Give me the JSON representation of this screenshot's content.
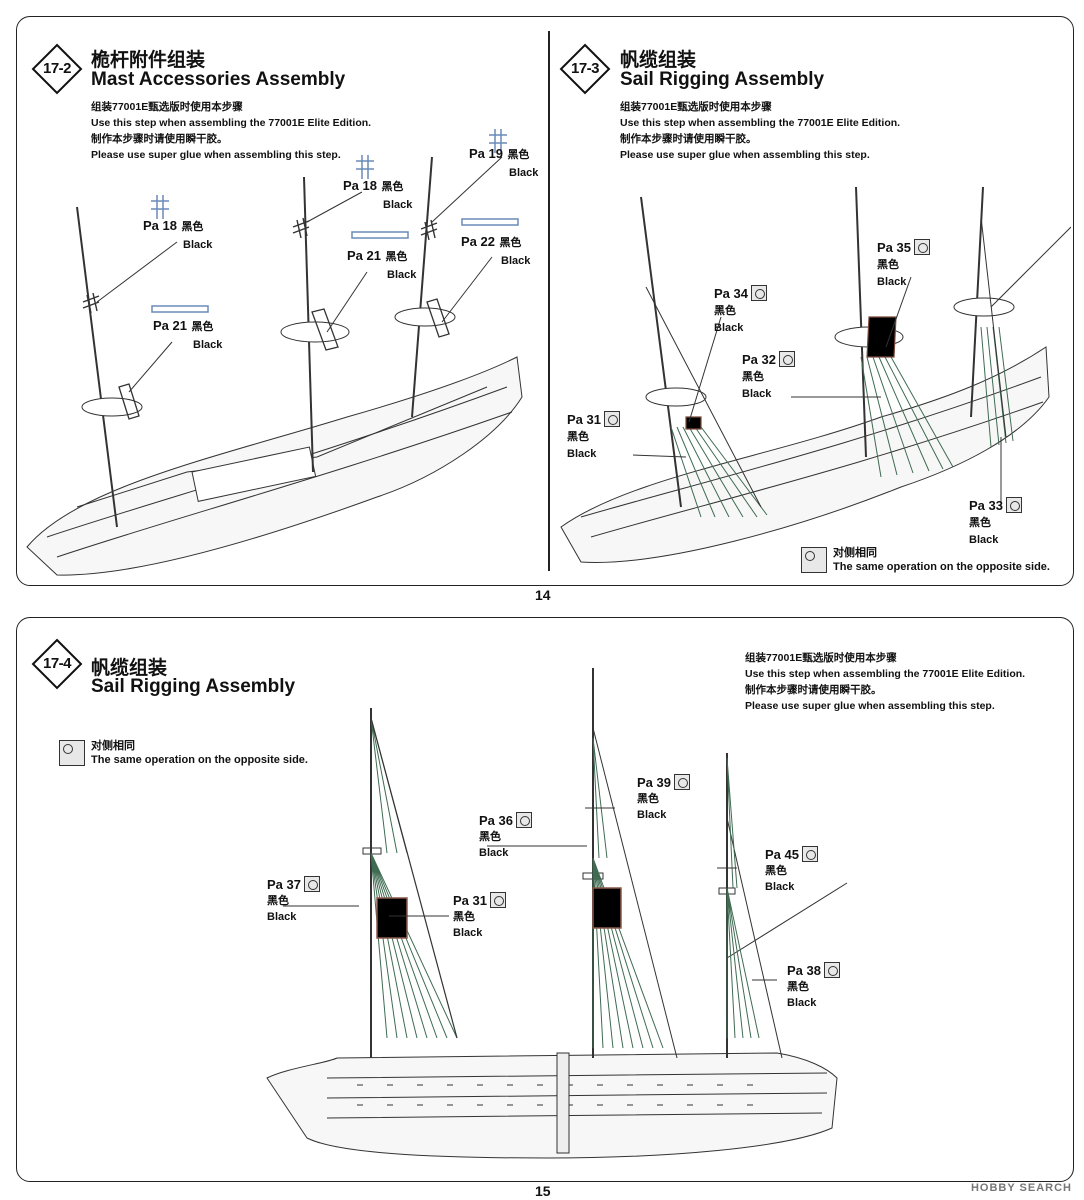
{
  "common": {
    "cn_black": "黑色",
    "en_black": "Black",
    "same_op_cn": "对侧相同",
    "same_op_en": "The same operation on the opposite side.",
    "edition_cn": "组装77001E甄选版时使用本步骤",
    "edition_en": "Use this step when assembling the 77001E Elite Edition.",
    "glue_cn": "制作本步骤时请使用瞬干胶。",
    "glue_en": "Please use super glue when assembling this step."
  },
  "step_17_2": {
    "badge": "17-2",
    "title_cn": "桅杆附件组装",
    "title_en": "Mast Accessories Assembly",
    "parts": [
      "Pa 18",
      "Pa 18",
      "Pa 19",
      "Pa 21",
      "Pa 21",
      "Pa 22"
    ]
  },
  "step_17_3": {
    "badge": "17-3",
    "title_cn": "帆缆组装",
    "title_en": "Sail Rigging Assembly",
    "parts": [
      "Pa 35",
      "Pa 34",
      "Pa 32",
      "Pa 31",
      "Pa 33"
    ]
  },
  "step_17_4": {
    "badge": "17-4",
    "title_cn": "帆缆组装",
    "title_en": "Sail Rigging Assembly",
    "parts": [
      "Pa 39",
      "Pa 36",
      "Pa 45",
      "Pa 37",
      "Pa 31",
      "Pa 38"
    ]
  },
  "pages": {
    "top": "14",
    "bottom": "15"
  },
  "watermark": "HOBBY SEARCH",
  "icons": {
    "opposite_side": "mirror-side-icon"
  }
}
